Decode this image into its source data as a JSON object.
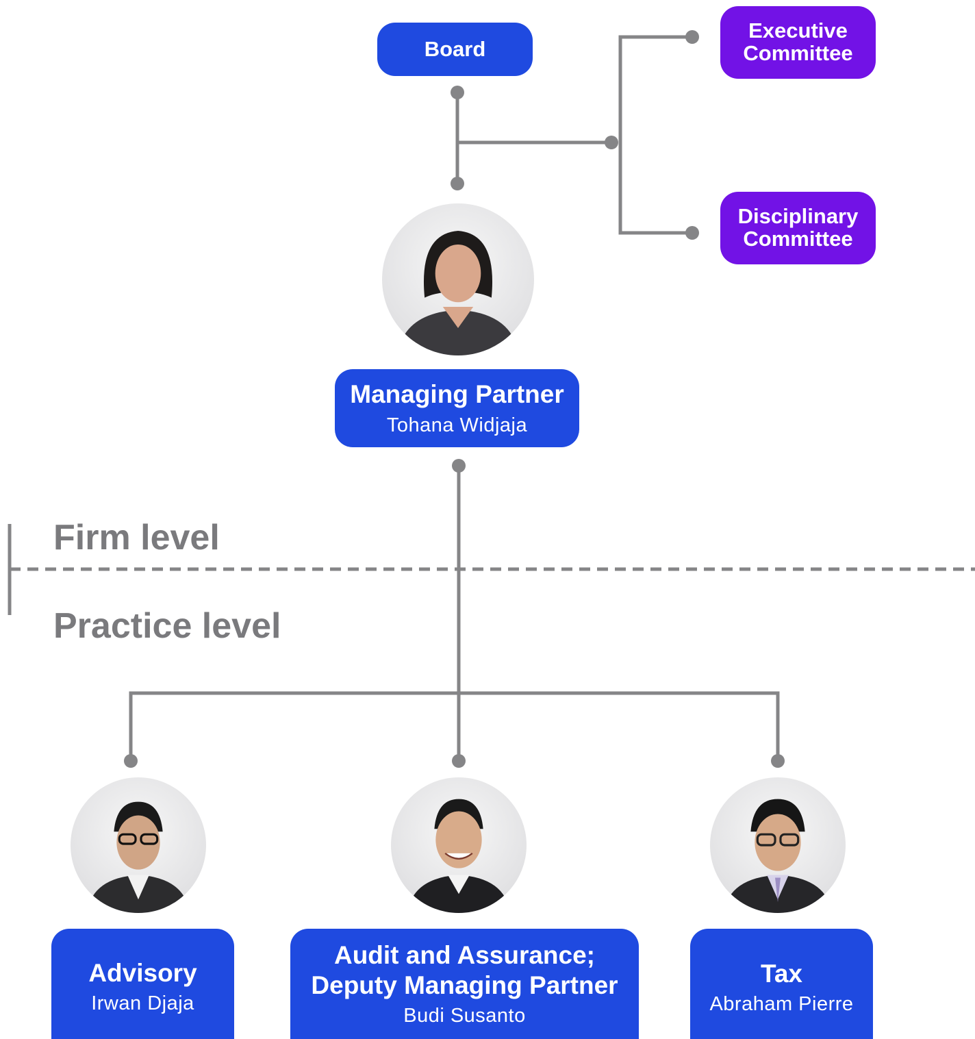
{
  "levels": {
    "firm": "Firm level",
    "practice": "Practice level"
  },
  "governance": {
    "board": "Board",
    "executive_committee": "Executive Committee",
    "disciplinary_committee": "Disciplinary Committee"
  },
  "managing_partner": {
    "title": "Managing Partner",
    "name": "Tohana Widjaja"
  },
  "practices": [
    {
      "title": "Advisory",
      "name": "Irwan Djaja"
    },
    {
      "title": "Audit and Assurance; Deputy Managing Partner",
      "name": "Budi Susanto"
    },
    {
      "title": "Tax",
      "name": "Abraham Pierre"
    }
  ],
  "colors": {
    "blue": "#1f4ae0",
    "purple": "#7212e6",
    "connector": "#858587",
    "level_text": "#7a7a7d"
  },
  "icons": [
    "person-portrait-icon"
  ]
}
